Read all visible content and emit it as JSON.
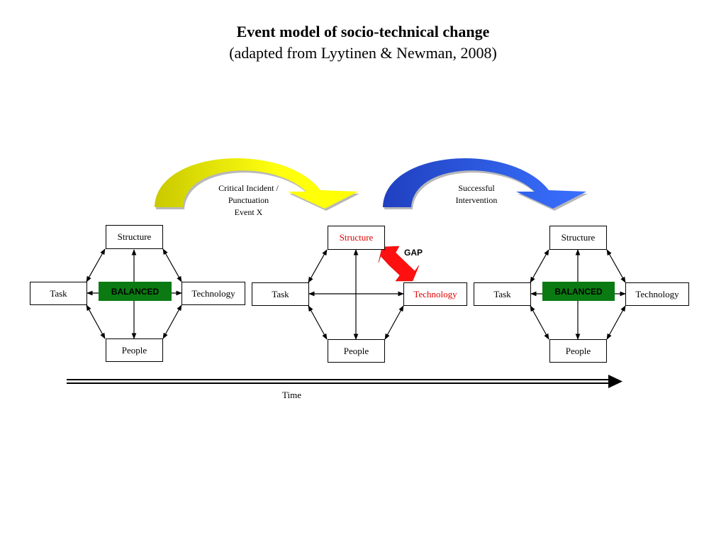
{
  "title": {
    "main": "Event model of socio-technical change",
    "subtitle": "(adapted from Lyytinen & Newman, 2008)"
  },
  "arrows": {
    "first": {
      "label_lines": [
        "Critical Incident /",
        "Punctuation",
        "Event X"
      ],
      "color": "#f5f500"
    },
    "second": {
      "label_lines": [
        "Successful",
        "Intervention"
      ],
      "color": "#2f5fe6"
    }
  },
  "states": [
    {
      "structure": "Structure",
      "task": "Task",
      "technology": "Technology",
      "people": "People",
      "center": "BALANCED"
    },
    {
      "structure": "Structure",
      "task": "Task",
      "technology": "Technology",
      "people": "People",
      "gap": "GAP"
    },
    {
      "structure": "Structure",
      "task": "Task",
      "technology": "Technology",
      "people": "People",
      "center": "BALANCED"
    }
  ],
  "colors": {
    "balanced": "#0b7a12",
    "highlight": "#e00000",
    "gap_arrow": "#ff1010"
  },
  "timeline": {
    "label": "Time"
  }
}
